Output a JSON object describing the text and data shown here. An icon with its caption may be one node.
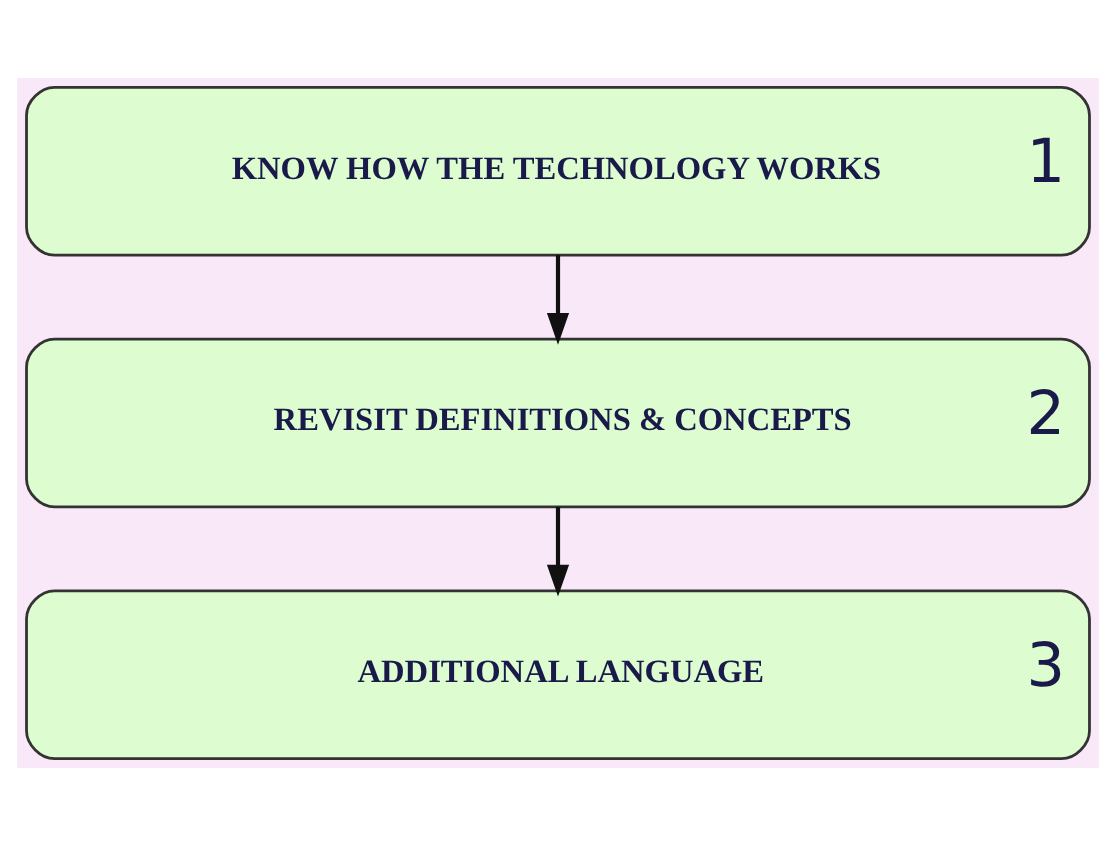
{
  "diagram": {
    "nodes": [
      {
        "text": [
          "KNOW HOW THE TECHNOLOGY WORKS",
          "1"
        ]
      },
      {
        "text": [
          "REVISIT DEFINITIONS & CONCEPTS",
          "2"
        ]
      },
      {
        "text": [
          "ADDITIONAL LANGUAGE",
          "3"
        ]
      }
    ],
    "edges": [
      {
        "from": 0,
        "to": 1,
        "arrow": "to"
      },
      {
        "from": 1,
        "to": 2,
        "arrow": "to"
      }
    ]
  }
}
